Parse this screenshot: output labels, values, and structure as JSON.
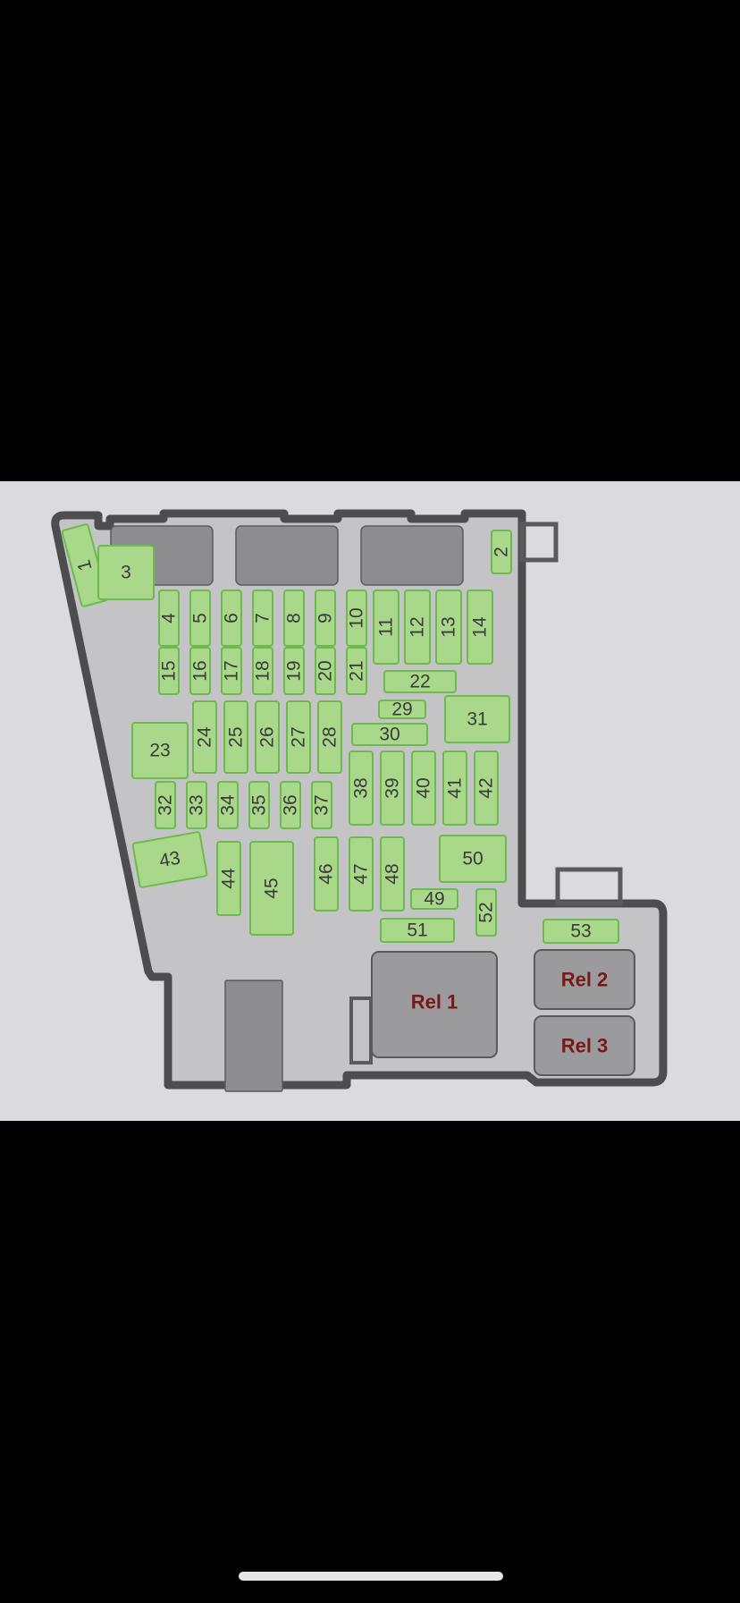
{
  "diagram": {
    "fuses": [
      {
        "label": "1",
        "rot": -90
      },
      {
        "label": "2",
        "rot": -90
      },
      {
        "label": "3",
        "rot": 0
      },
      {
        "label": "4",
        "rot": -90
      },
      {
        "label": "5",
        "rot": -90
      },
      {
        "label": "6",
        "rot": -90
      },
      {
        "label": "7",
        "rot": -90
      },
      {
        "label": "8",
        "rot": -90
      },
      {
        "label": "9",
        "rot": -90
      },
      {
        "label": "10",
        "rot": -90
      },
      {
        "label": "11",
        "rot": -90
      },
      {
        "label": "12",
        "rot": -90
      },
      {
        "label": "13",
        "rot": -90
      },
      {
        "label": "14",
        "rot": -90
      },
      {
        "label": "15",
        "rot": -90
      },
      {
        "label": "16",
        "rot": -90
      },
      {
        "label": "17",
        "rot": -90
      },
      {
        "label": "18",
        "rot": -90
      },
      {
        "label": "19",
        "rot": -90
      },
      {
        "label": "20",
        "rot": -90
      },
      {
        "label": "21",
        "rot": -90
      },
      {
        "label": "22",
        "rot": 0
      },
      {
        "label": "23",
        "rot": 0
      },
      {
        "label": "24",
        "rot": -90
      },
      {
        "label": "25",
        "rot": -90
      },
      {
        "label": "26",
        "rot": -90
      },
      {
        "label": "27",
        "rot": -90
      },
      {
        "label": "28",
        "rot": -90
      },
      {
        "label": "29",
        "rot": 0
      },
      {
        "label": "30",
        "rot": 0
      },
      {
        "label": "31",
        "rot": 0
      },
      {
        "label": "32",
        "rot": -90
      },
      {
        "label": "33",
        "rot": -90
      },
      {
        "label": "34",
        "rot": -90
      },
      {
        "label": "35",
        "rot": -90
      },
      {
        "label": "36",
        "rot": -90
      },
      {
        "label": "37",
        "rot": -90
      },
      {
        "label": "38",
        "rot": -90
      },
      {
        "label": "39",
        "rot": -90
      },
      {
        "label": "40",
        "rot": -90
      },
      {
        "label": "41",
        "rot": -90
      },
      {
        "label": "42",
        "rot": -90
      },
      {
        "label": "43",
        "rot": 0
      },
      {
        "label": "44",
        "rot": -90
      },
      {
        "label": "45",
        "rot": -90
      },
      {
        "label": "46",
        "rot": -90
      },
      {
        "label": "47",
        "rot": -90
      },
      {
        "label": "48",
        "rot": -90
      },
      {
        "label": "49",
        "rot": 0
      },
      {
        "label": "50",
        "rot": 0
      },
      {
        "label": "51",
        "rot": 0
      },
      {
        "label": "52",
        "rot": -90
      },
      {
        "label": "53",
        "rot": 0
      }
    ],
    "relays": [
      {
        "label": "Rel 1"
      },
      {
        "label": "Rel 2"
      },
      {
        "label": "Rel 3"
      }
    ]
  }
}
